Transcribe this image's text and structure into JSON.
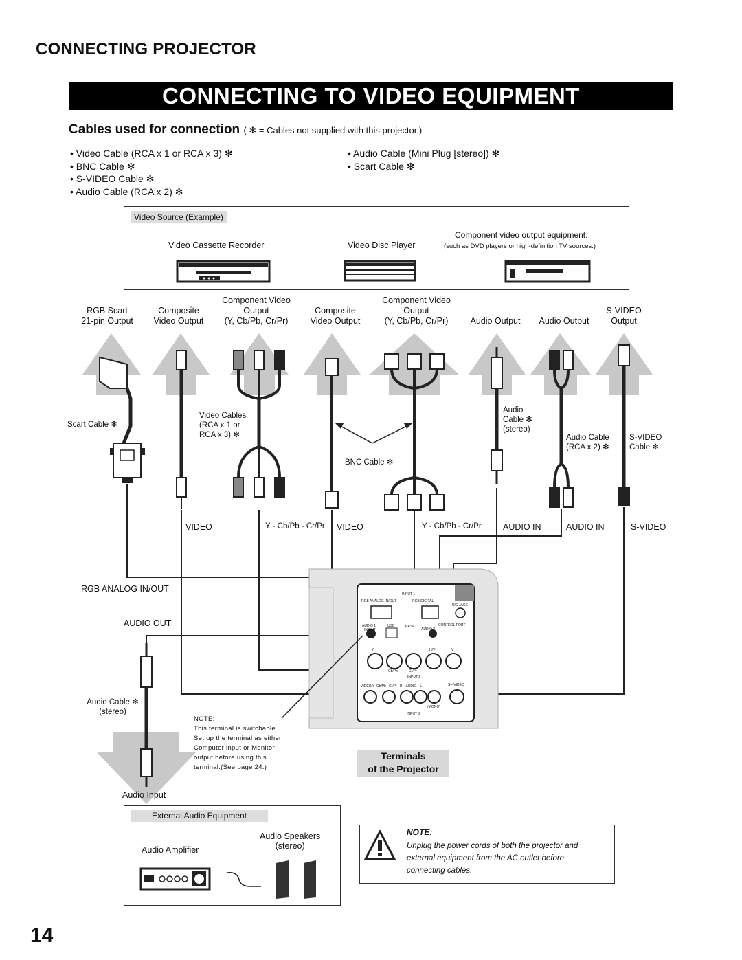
{
  "section_title": "CONNECTING PROJECTOR",
  "banner_title": "CONNECTING TO VIDEO EQUIPMENT",
  "cables": {
    "heading": "Cables used for connection",
    "note": "( ✻ = Cables not supplied with this projector.)",
    "left": [
      "• Video Cable (RCA x 1 or RCA x 3) ✻",
      "• BNC Cable ✻",
      "• S-VIDEO Cable ✻",
      "• Audio Cable (RCA x 2) ✻"
    ],
    "right": [
      "• Audio Cable (Mini Plug [stereo]) ✻",
      "• Scart Cable ✻"
    ]
  },
  "source": {
    "tag": "Video Source (Example)",
    "vcr": "Video Cassette Recorder",
    "disc": "Video Disc Player",
    "component": "Component video output equipment.",
    "component_note": "(such as DVD players or high-definition TV sources.)"
  },
  "outputs": {
    "rgb_scart": [
      "RGB Scart",
      "21-pin Output"
    ],
    "composite1": [
      "Composite",
      "Video Output"
    ],
    "component1": [
      "Component Video",
      "Output",
      "(Y, Cb/Pb, Cr/Pr)"
    ],
    "composite2": [
      "Composite",
      "Video Output"
    ],
    "component2": [
      "Component Video",
      "Output",
      "(Y, Cb/Pb, Cr/Pr)"
    ],
    "audio1": "Audio Output",
    "audio2": "Audio Output",
    "svideo": [
      "S-VIDEO",
      "Output"
    ]
  },
  "cable_labels": {
    "scart": "Scart Cable ✻",
    "video": [
      "Video Cables",
      "(RCA x 1 or",
      "RCA x 3) ✻"
    ],
    "bnc": "BNC Cable ✻",
    "audio_mini": [
      "Audio",
      "Cable ✻",
      "(stereo)"
    ],
    "audio_rca": [
      "Audio Cable",
      "(RCA x 2) ✻"
    ],
    "svideo": [
      "S-VIDEO",
      "Cable ✻"
    ],
    "audio_out_cable": [
      "Audio Cable ✻",
      "(stereo)"
    ]
  },
  "terminals": {
    "video1": "VIDEO",
    "ycbcr1": "Y - Cb/Pb - Cr/Pr",
    "video2": "VIDEO",
    "ycbcr2": "Y - Cb/Pb - Cr/Pr",
    "audio_in1": "AUDIO IN",
    "audio_in2": "AUDIO IN",
    "svideo": "S-VIDEO",
    "rgb_analog": "RGB ANALOG IN/OUT",
    "audio_out": "AUDIO OUT"
  },
  "panel": {
    "input1": "INPUT 1",
    "rgb_analog": "RGB ANALOG IN/OUT",
    "rgb_digital": "RGB DIGITAL",
    "rc_jack": "R/C JACK",
    "audio1": "AUDIO 1",
    "inout": "IN/OUT",
    "usb": "USB",
    "reset": "RESET",
    "audio2": "AUDIO 2",
    "control_port": "CONTROL PORT",
    "hv": "H/V",
    "v": "V",
    "y": "Y",
    "cbpb": "Cb/Pb",
    "crpr": "Cr/Pr",
    "input2": "INPUT 2",
    "row3": "VIDEO/Y  Cb/Pb   Cr/Pr   R—AUDIO—L",
    "svideo": "S—VIDEO",
    "mono": "(MONO)",
    "input3": "INPUT 3"
  },
  "note_switch": [
    "NOTE:",
    "This terminal is switchable.",
    "Set up the terminal as either",
    "Computer input or Monitor",
    "output before using this",
    "terminal.(See page 24.)"
  ],
  "terminals_caption": [
    "Terminals",
    "of the Projector"
  ],
  "audio_input": "Audio Input",
  "external": {
    "tag": "External Audio Equipment",
    "amplifier": "Audio Amplifier",
    "speakers": [
      "Audio Speakers",
      "(stereo)"
    ]
  },
  "note_box": {
    "title": "NOTE:",
    "text": [
      "Unplug the power cords of both the projector and",
      "external equipment from the AC outlet before",
      "connecting cables."
    ]
  },
  "page_number": "14"
}
